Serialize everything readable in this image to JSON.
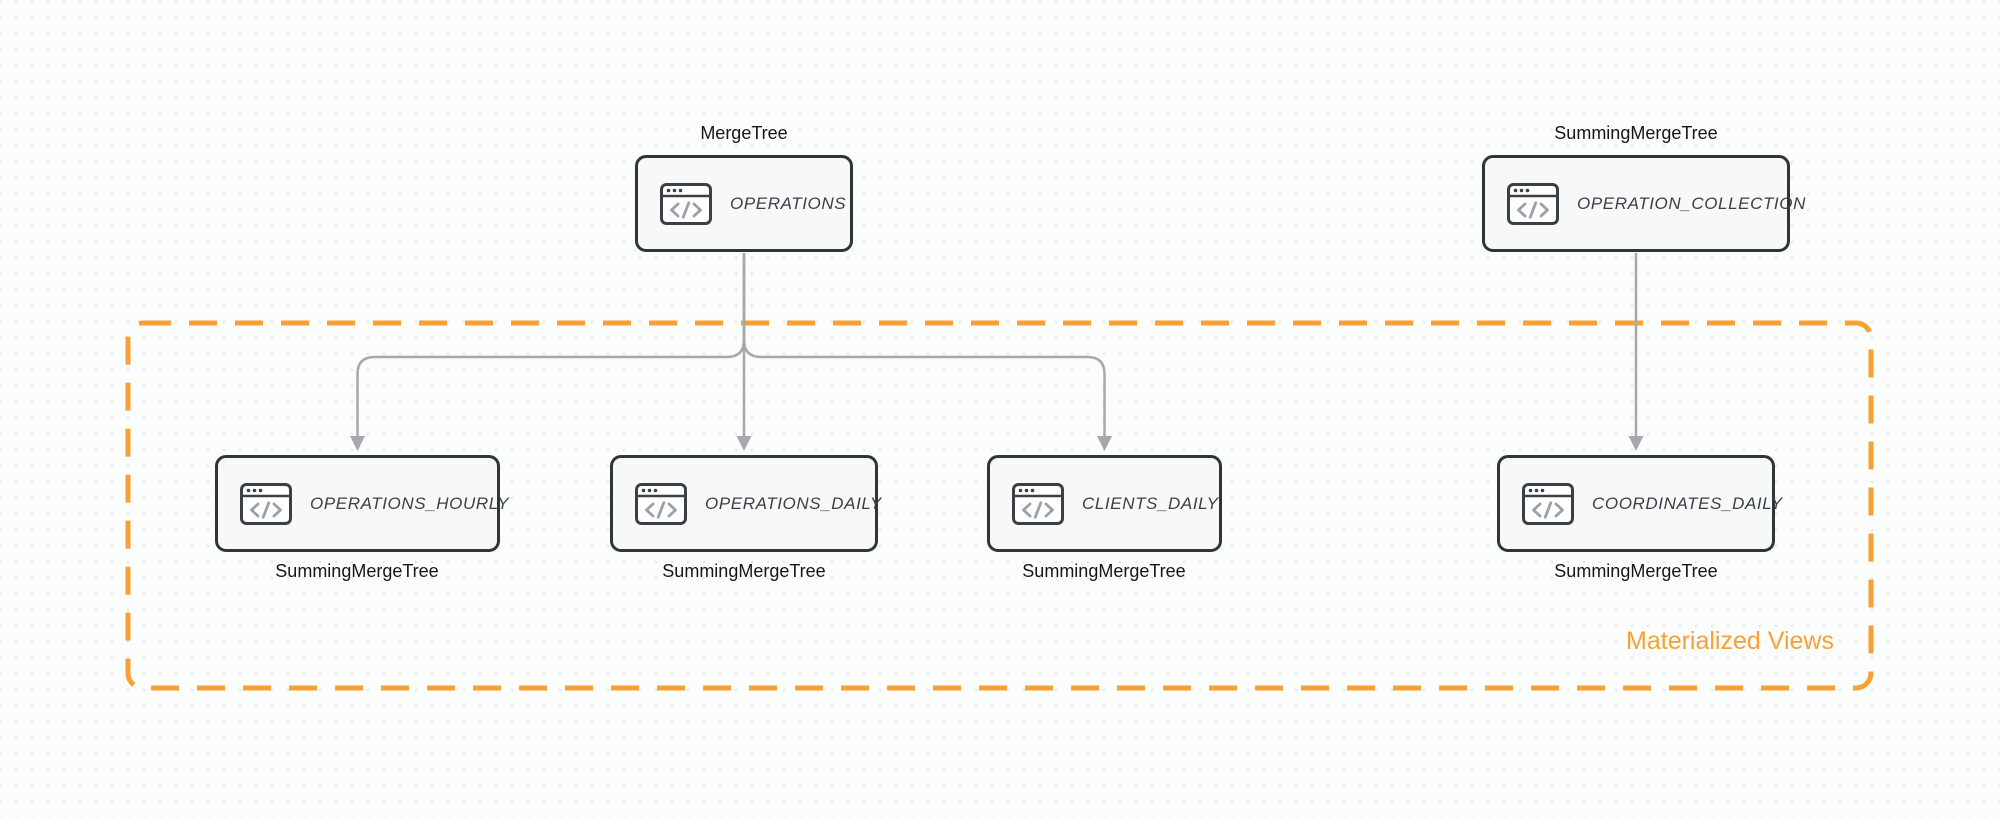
{
  "diagram": {
    "region_label": "Materialized Views",
    "colors": {
      "accent_orange": "#F7A133",
      "node_border": "#30353A",
      "node_fill": "#F7F8F8",
      "arrow_gray": "#A5A9AE",
      "engine_text": "#141619",
      "table_text": "#3A4046"
    },
    "tables": [
      {
        "name": "OPERATIONS",
        "engine": "MergeTree",
        "icon": "code-window-icon",
        "engine_label_position": "above"
      },
      {
        "name": "OPERATION_COLLECTION",
        "engine": "SummingMergeTree",
        "icon": "code-window-icon",
        "engine_label_position": "above"
      },
      {
        "name": "OPERATIONS_HOURLY",
        "engine": "SummingMergeTree",
        "icon": "code-window-icon",
        "engine_label_position": "below"
      },
      {
        "name": "OPERATIONS_DAILY",
        "engine": "SummingMergeTree",
        "icon": "code-window-icon",
        "engine_label_position": "below"
      },
      {
        "name": "CLIENTS_DAILY",
        "engine": "SummingMergeTree",
        "icon": "code-window-icon",
        "engine_label_position": "below"
      },
      {
        "name": "COORDINATES_DAILY",
        "engine": "SummingMergeTree",
        "icon": "code-window-icon",
        "engine_label_position": "below"
      }
    ],
    "edges": [
      {
        "from": "OPERATIONS",
        "to": "OPERATIONS_HOURLY"
      },
      {
        "from": "OPERATIONS",
        "to": "OPERATIONS_DAILY"
      },
      {
        "from": "OPERATIONS",
        "to": "CLIENTS_DAILY"
      },
      {
        "from": "OPERATION_COLLECTION",
        "to": "COORDINATES_DAILY"
      }
    ]
  }
}
